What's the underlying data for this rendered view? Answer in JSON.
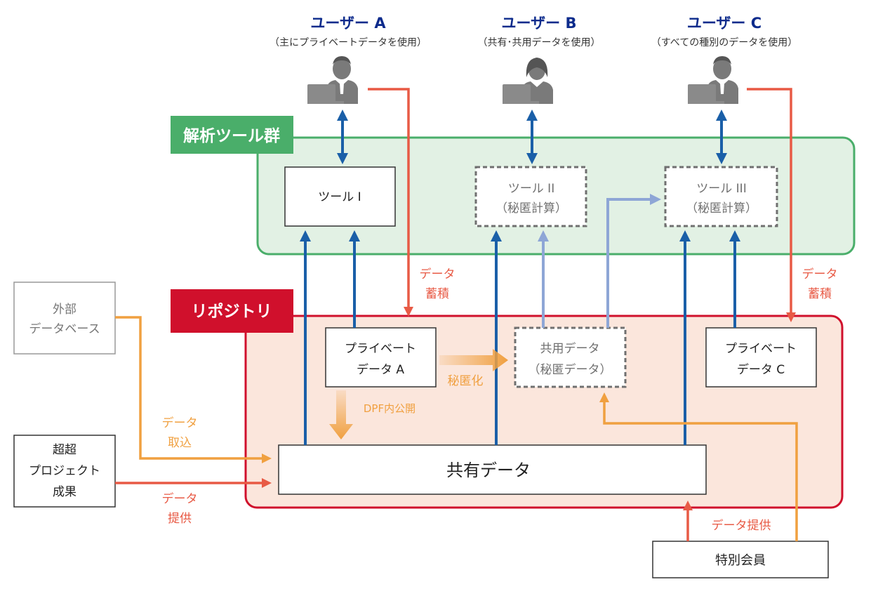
{
  "users": [
    {
      "name": "ユーザー A",
      "desc": "（主にプライベートデータを使用）"
    },
    {
      "name": "ユーザー B",
      "desc": "（共有･共用データを使用）"
    },
    {
      "name": "ユーザー C",
      "desc": "（すべての種別のデータを使用）"
    }
  ],
  "tools_group": {
    "label": "解析ツール群",
    "tool1": "ツール I",
    "tool2": {
      "line1": "ツール II",
      "line2": "（秘匿計算）"
    },
    "tool3": {
      "line1": "ツール III",
      "line2": "（秘匿計算）"
    }
  },
  "repository": {
    "label": "リポジトリ",
    "private_a": {
      "line1": "プライベート",
      "line2": "データ A"
    },
    "shared_use": {
      "line1": "共用データ",
      "line2": "（秘匿データ）"
    },
    "private_c": {
      "line1": "プライベート",
      "line2": "データ C"
    },
    "shared_data": "共有データ"
  },
  "external": {
    "db": {
      "line1": "外部",
      "line2": "データベース"
    },
    "project": {
      "line1": "超超",
      "line2": "プロジェクト",
      "line3": "成果"
    },
    "special_member": "特別会員"
  },
  "arrow_labels": {
    "store_a": {
      "line1": "データ",
      "line2": "蓄積"
    },
    "store_c": {
      "line1": "データ",
      "line2": "蓄積"
    },
    "anonymize": "秘匿化",
    "dpf_publish": "DPF内公開",
    "import": {
      "line1": "データ",
      "line2": "取込"
    },
    "provide": {
      "line1": "データ",
      "line2": "提供"
    },
    "special_provide": "データ提供"
  },
  "colors": {
    "blue": "#1a5fa8",
    "light_blue": "#8ea6d6",
    "red": "#e85a45",
    "orange": "#f0a040",
    "green": "#4aae6a",
    "crimson": "#d0102c",
    "navy": "#0d2b8c"
  }
}
